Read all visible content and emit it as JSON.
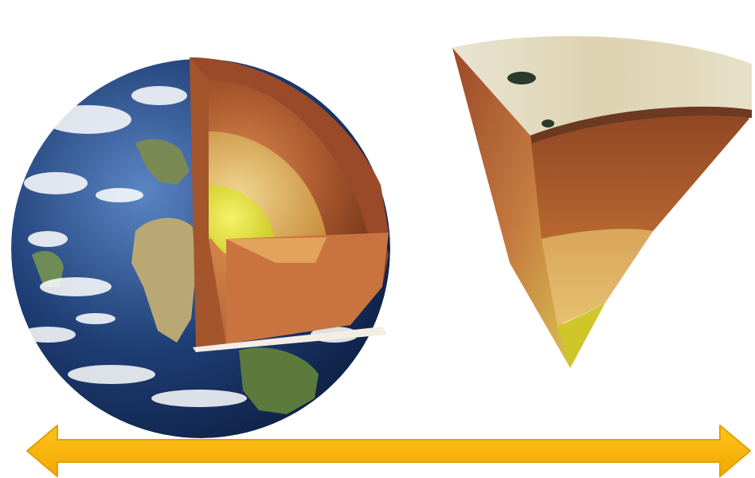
{
  "diagram": {
    "panels": [
      {
        "id": "globe-cutaway",
        "depicts": "earth-with-quarter-removed",
        "layers_shown": [
          "crust",
          "mantle",
          "outer-core",
          "inner-core"
        ]
      },
      {
        "id": "wedge-cutaway",
        "depicts": "earth-wedge-section",
        "layers_shown": [
          "crust",
          "mantle",
          "outer-core",
          "inner-core"
        ]
      }
    ],
    "connector": {
      "type": "double-headed-arrow",
      "direction": "horizontal"
    }
  },
  "colors": {
    "ocean": "#1d3a6e",
    "ocean_light": "#3a66a8",
    "land": "#9a8a5a",
    "land_green": "#4f7a3a",
    "cloud": "#ffffff",
    "crust_edge": "#b07040",
    "mantle": "#a0552e",
    "mantle_light": "#c87a45",
    "outer_core": "#e0b060",
    "outer_core_light": "#e8c878",
    "inner_core": "#e3e03a",
    "arrow_fill": "#f7b500",
    "arrow_stroke": "#e0a000"
  }
}
